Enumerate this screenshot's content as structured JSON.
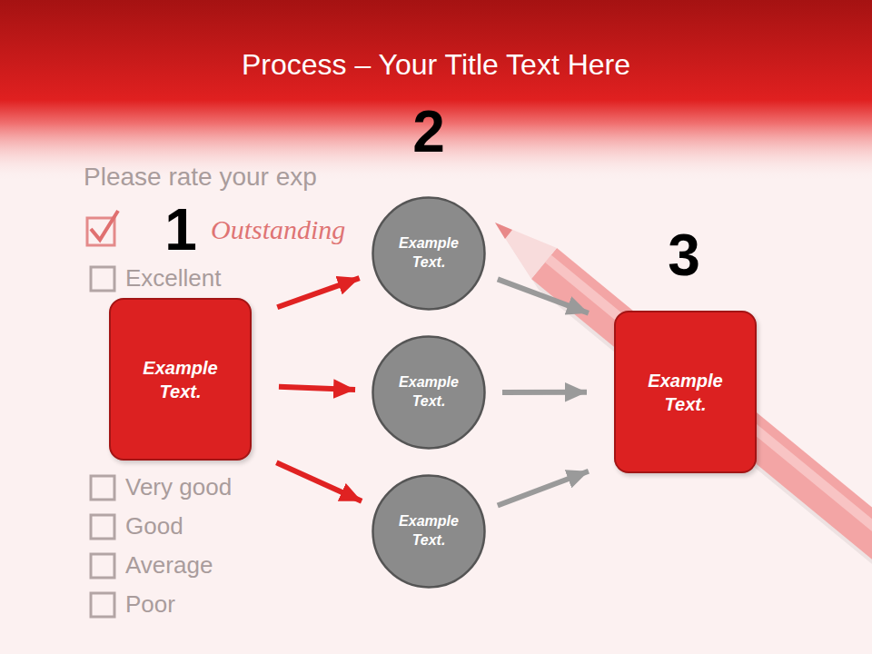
{
  "diagram": {
    "title": "Process – Your Title Text Here",
    "nodes": [
      {
        "text": [
          "Example Text."
        ]
      },
      {
        "text": [
          "Example Text."
        ]
      },
      {
        "text": [
          "Example Text."
        ]
      },
      {
        "text": [
          "Example Text."
        ]
      },
      {
        "text": [
          "Example Text."
        ]
      }
    ],
    "edges": [
      {
        "from": 0,
        "to": 1,
        "arrow": "to"
      },
      {
        "from": 0,
        "to": 2,
        "arrow": "to"
      },
      {
        "from": 0,
        "to": 3,
        "arrow": "to"
      },
      {
        "from": 1,
        "to": 4,
        "arrow": "to"
      },
      {
        "from": 2,
        "to": 4,
        "arrow": "to"
      },
      {
        "from": 3,
        "to": 4,
        "arrow": "to"
      }
    ],
    "labels": [
      "1",
      "2",
      "3",
      "Please rate your exp",
      "Outstanding",
      "Excellent",
      "Very good",
      "Good",
      "Average",
      "Poor"
    ]
  }
}
